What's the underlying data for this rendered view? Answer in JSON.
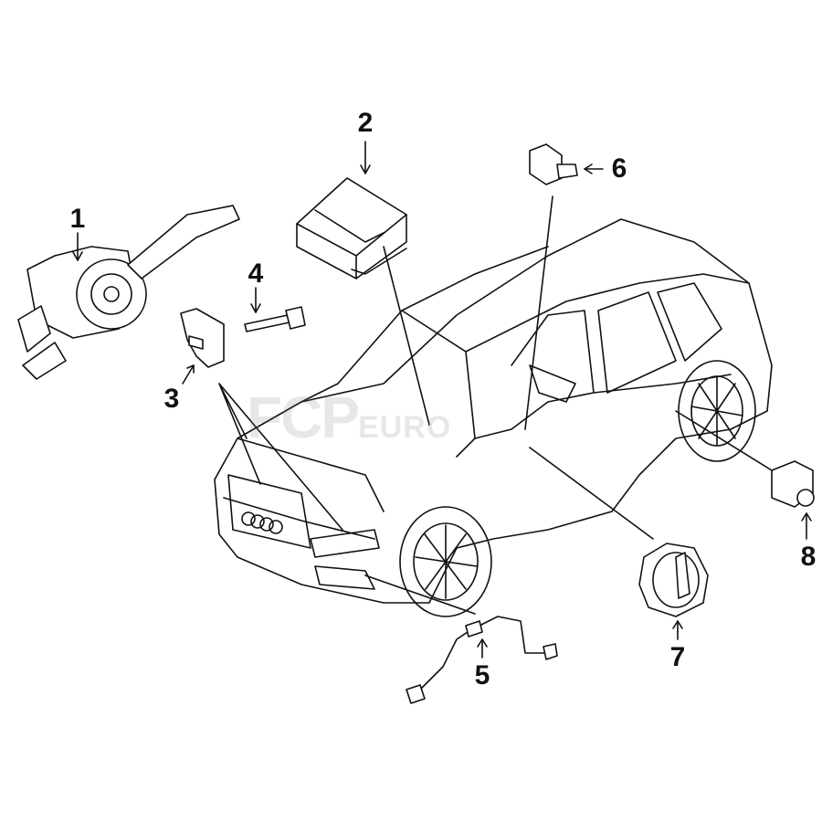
{
  "diagram": {
    "callouts": [
      {
        "id": "1",
        "label": "1"
      },
      {
        "id": "2",
        "label": "2"
      },
      {
        "id": "3",
        "label": "3"
      },
      {
        "id": "4",
        "label": "4"
      },
      {
        "id": "5",
        "label": "5"
      },
      {
        "id": "6",
        "label": "6"
      },
      {
        "id": "7",
        "label": "7"
      },
      {
        "id": "8",
        "label": "8"
      }
    ],
    "watermark": {
      "main": "FCP",
      "sub": "EURO"
    },
    "line_color": "#111111"
  }
}
